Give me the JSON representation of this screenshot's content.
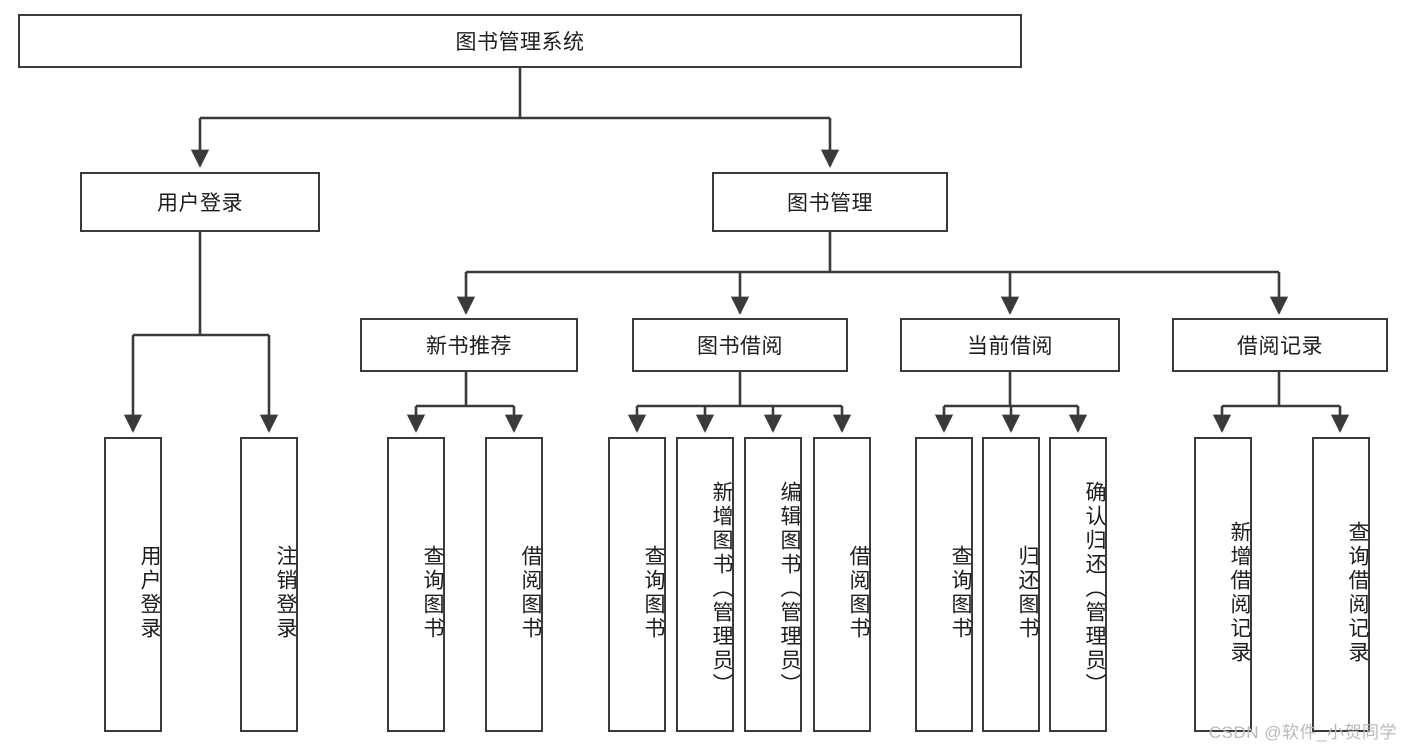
{
  "diagram": {
    "title": "图书管理系统",
    "type": "tree-hierarchy-diagram",
    "watermark": "CSDN @软件_小贺同学",
    "colors": {
      "stroke": "#3a3a3a",
      "fill": "#ffffff",
      "text": "#1d1d1d",
      "watermark": "#b9b9b9"
    },
    "levels": {
      "root": {
        "label": "图书管理系统"
      },
      "level2": [
        {
          "label": "用户登录"
        },
        {
          "label": "图书管理"
        }
      ],
      "level3": [
        {
          "label": "新书推荐"
        },
        {
          "label": "图书借阅"
        },
        {
          "label": "当前借阅"
        },
        {
          "label": "借阅记录"
        }
      ],
      "leaves": {
        "user_login": [
          {
            "label": "用户登录"
          },
          {
            "label": "注销登录"
          }
        ],
        "new_book_recommend": [
          {
            "label": "查询图书"
          },
          {
            "label": "借阅图书"
          }
        ],
        "book_borrow": [
          {
            "label": "查询图书"
          },
          {
            "label": "新增图书（管理员）"
          },
          {
            "label": "编辑图书（管理员）"
          },
          {
            "label": "借阅图书"
          }
        ],
        "current_borrow": [
          {
            "label": "查询图书"
          },
          {
            "label": "归还图书"
          },
          {
            "label": "确认归还（管理员）"
          }
        ],
        "borrow_record": [
          {
            "label": "新增借阅记录"
          },
          {
            "label": "查询借阅记录"
          }
        ]
      }
    }
  }
}
